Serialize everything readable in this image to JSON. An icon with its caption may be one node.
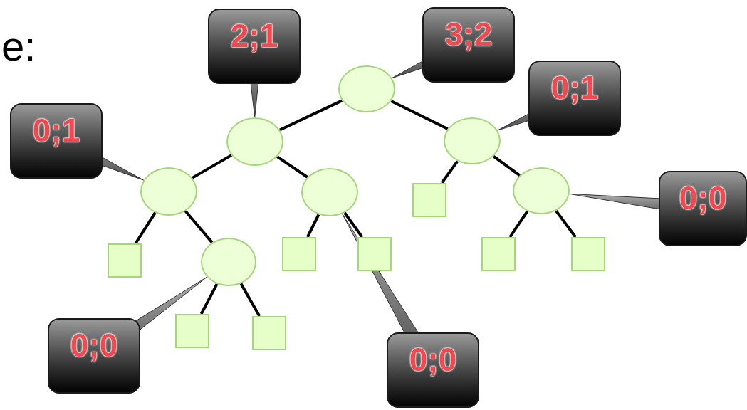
{
  "diagram": {
    "nodes": [
      {
        "text": [],
        "shape": "circle"
      },
      {
        "text": [],
        "shape": "circle"
      },
      {
        "text": [],
        "shape": "circle"
      },
      {
        "text": [],
        "shape": "circle"
      },
      {
        "text": [],
        "shape": "circle"
      },
      {
        "text": [],
        "shape": "circle"
      },
      {
        "text": [],
        "shape": "circle"
      },
      {
        "text": [],
        "shape": "box"
      },
      {
        "text": [],
        "shape": "box"
      },
      {
        "text": [],
        "shape": "box"
      },
      {
        "text": [],
        "shape": "box"
      },
      {
        "text": [],
        "shape": "box"
      },
      {
        "text": [],
        "shape": "box"
      },
      {
        "text": [],
        "shape": "box"
      },
      {
        "text": [],
        "shape": "box"
      },
      {
        "text": [
          "2;1"
        ]
      },
      {
        "text": [
          "3;2"
        ]
      },
      {
        "text": [
          "0;1"
        ]
      },
      {
        "text": [
          "0;1"
        ]
      },
      {
        "text": [
          "0;0"
        ]
      },
      {
        "text": [
          "0;0"
        ]
      },
      {
        "text": [
          "0;0"
        ]
      }
    ],
    "edges": [
      {
        "from": 0,
        "to": 1,
        "arrow": "none"
      },
      {
        "from": 0,
        "to": 2,
        "arrow": "none"
      },
      {
        "from": 1,
        "to": 3,
        "arrow": "none"
      },
      {
        "from": 1,
        "to": 4,
        "arrow": "none"
      },
      {
        "from": 2,
        "to": 12,
        "arrow": "none"
      },
      {
        "from": 2,
        "to": 5,
        "arrow": "none"
      },
      {
        "from": 3,
        "to": 7,
        "arrow": "none"
      },
      {
        "from": 3,
        "to": 6,
        "arrow": "none"
      },
      {
        "from": 6,
        "to": 8,
        "arrow": "none"
      },
      {
        "from": 6,
        "to": 9,
        "arrow": "none"
      },
      {
        "from": 4,
        "to": 10,
        "arrow": "none"
      },
      {
        "from": 4,
        "to": 11,
        "arrow": "none"
      },
      {
        "from": 5,
        "to": 13,
        "arrow": "none"
      },
      {
        "from": 5,
        "to": 14,
        "arrow": "none"
      },
      {
        "from": 15,
        "to": 1,
        "arrow": "none"
      },
      {
        "from": 16,
        "to": 0,
        "arrow": "none"
      },
      {
        "from": 17,
        "to": 3,
        "arrow": "none"
      },
      {
        "from": 18,
        "to": 2,
        "arrow": "none"
      },
      {
        "from": 19,
        "to": 5,
        "arrow": "none"
      },
      {
        "from": 20,
        "to": 6,
        "arrow": "none"
      },
      {
        "from": 21,
        "to": 4,
        "arrow": "none"
      }
    ],
    "labels": [
      "e:"
    ]
  }
}
